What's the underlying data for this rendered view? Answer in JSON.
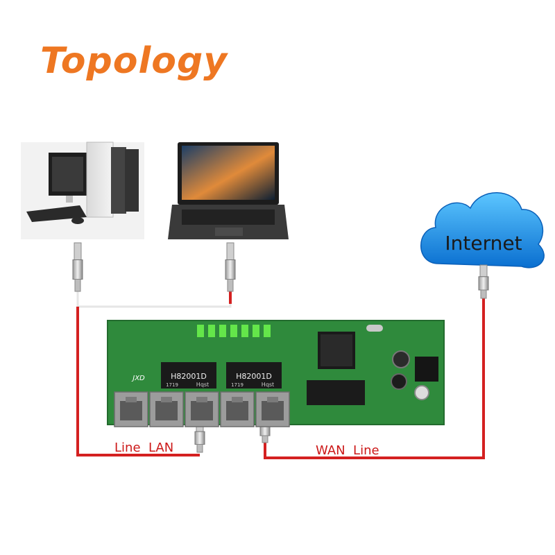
{
  "title": "Topology",
  "cloud_label": "Internet",
  "lan_label": "Line  LAN",
  "wan_label": "WAN  Line",
  "icons": {
    "desktop": "desktop-computer-icon",
    "laptop": "laptop-icon",
    "cloud": "cloud-icon",
    "board": "switch-board-icon",
    "connector": "rj45-plug-icon"
  },
  "board_labels": {
    "transformer_1": "H82001D",
    "transformer_2": "H82001D",
    "transformer_brand": "Hqst",
    "transformer_code": "1719",
    "side_mark": "JXD"
  },
  "colors": {
    "title": "#ee7722",
    "line_red": "#d42020",
    "line_white": "#eeeeee",
    "pcb": "#2f8a3c",
    "cloud": "#1a8fe8",
    "label_red": "#cc1818"
  }
}
